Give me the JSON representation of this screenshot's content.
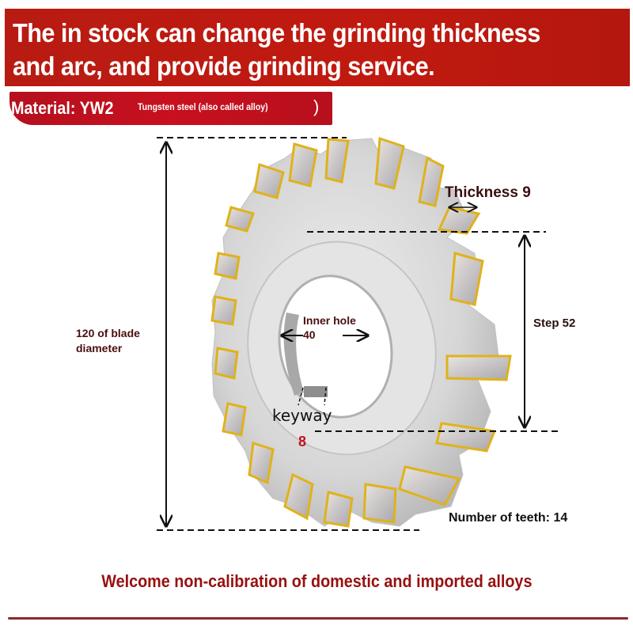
{
  "header": {
    "line1": "The in stock can change the grinding thickness",
    "line2": "and arc, and provide grinding service.",
    "background_color": "#c11a10"
  },
  "material": {
    "label": "Material: YW2",
    "description": "Tungsten steel (also called alloy)",
    "closing_paren": ")",
    "background_color": "#c8101e"
  },
  "product_image": {
    "subject": "saw-blade-milling-cutter-icon",
    "body_color": "#d8d8d8",
    "tip_color": "#e5b820"
  },
  "dimensions": {
    "thickness": "Thickness 9",
    "step": "Step 52",
    "blade_diameter_line1": "120 of blade",
    "blade_diameter_line2": "diameter",
    "inner_hole_line1": "Inner hole",
    "inner_hole_line2": "40",
    "keyway_label": "keyway",
    "keyway_value": "8",
    "teeth_count": "Number of teeth: 14"
  },
  "footer": {
    "text": "Welcome non-calibration of domestic and imported alloys",
    "text_color": "#981010"
  }
}
